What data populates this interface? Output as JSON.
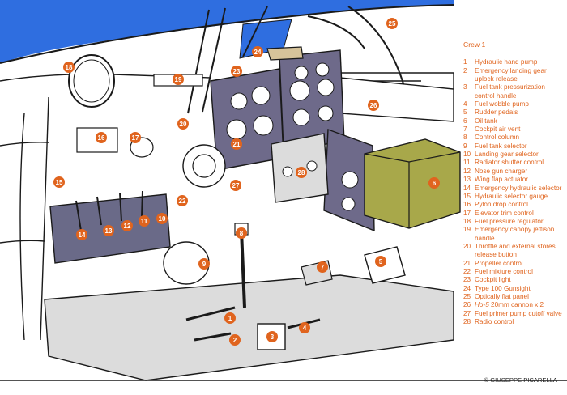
{
  "legend": {
    "title": "Crew 1",
    "items": [
      {
        "num": "1",
        "text": "Hydraulic hand pump"
      },
      {
        "num": "2",
        "text": "Emergency landing gear uplock release"
      },
      {
        "num": "3",
        "text": "Fuel tank pressurization control handle"
      },
      {
        "num": "4",
        "text": "Fuel wobble pump"
      },
      {
        "num": "5",
        "text": "Rudder pedals"
      },
      {
        "num": "6",
        "text": "Oil tank"
      },
      {
        "num": "7",
        "text": "Cockpit air vent"
      },
      {
        "num": "8",
        "text": "Control column"
      },
      {
        "num": "9",
        "text": "Fuel tank selector"
      },
      {
        "num": "10",
        "text": "Landing gear selector"
      },
      {
        "num": "11",
        "text": "Radiator shutter control"
      },
      {
        "num": "12",
        "text": "Nose gun charger"
      },
      {
        "num": "13",
        "text": "Wing flap actuator"
      },
      {
        "num": "14",
        "text": "Emergency hydraulic selector"
      },
      {
        "num": "15",
        "text": "Hydraulic selector gauge"
      },
      {
        "num": "16",
        "text": "Pylon drop control"
      },
      {
        "num": "17",
        "text": "Elevator trim control"
      },
      {
        "num": "18",
        "text": "Fuel pressure regulator"
      },
      {
        "num": "19",
        "text": "Emergency canopy jettison handle"
      },
      {
        "num": "20",
        "text": "Throttle and external stores release button"
      },
      {
        "num": "21",
        "text": "Propeller control"
      },
      {
        "num": "22",
        "text": "Fuel mixture control"
      },
      {
        "num": "23",
        "text": "Cockpit light"
      },
      {
        "num": "24",
        "text": "Type 100 Gunsight"
      },
      {
        "num": "25",
        "text": "Optically flat panel"
      },
      {
        "num": "26",
        "text_italic": "Ho-5",
        "text": " 20mm cannon x 2"
      },
      {
        "num": "27",
        "text": "Fuel primer pump cutoff valve"
      },
      {
        "num": "28",
        "text": "Radio control"
      }
    ]
  },
  "credit": "© GIUSEPPE PICARELLA",
  "callouts": [
    "1",
    "2",
    "3",
    "4",
    "5",
    "6",
    "7",
    "8",
    "9",
    "10",
    "11",
    "12",
    "13",
    "14",
    "15",
    "16",
    "17",
    "18",
    "19",
    "20",
    "21",
    "22",
    "23",
    "24",
    "25",
    "26",
    "27",
    "28"
  ],
  "colors": {
    "canopy_glass": "#2f6ee0",
    "panel": "#6e6a8a",
    "side_console": "#6a6a88",
    "oil_tank": "#a8a84a",
    "floor": "#dcdcdc",
    "callout_badge": "#e0641e",
    "line": "#1a1a1a"
  }
}
